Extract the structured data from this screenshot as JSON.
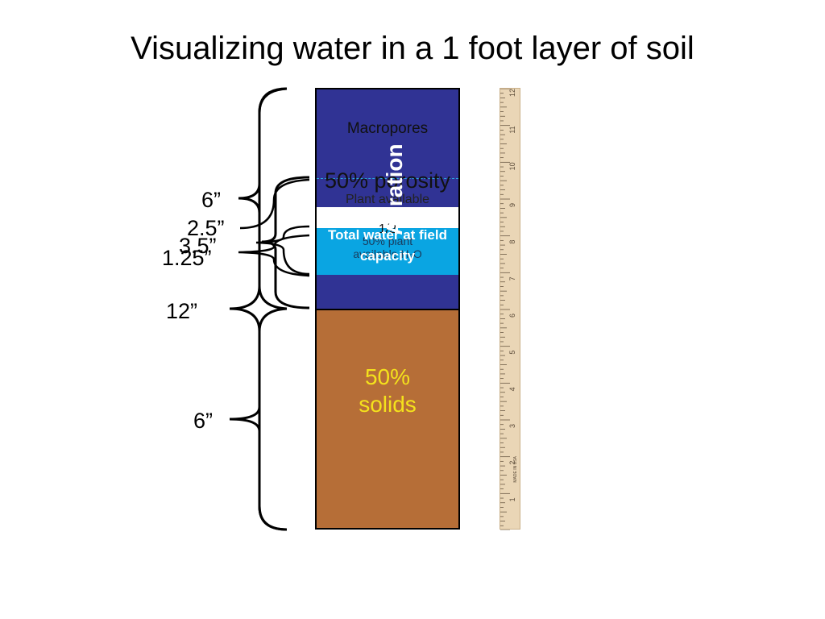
{
  "title": "Visualizing water in a 1 foot layer of soil",
  "column": {
    "macropores": "Macropores",
    "porosity": "50% porosity",
    "plant_available": "Plant available",
    "half": "1/2",
    "half_plant": "50% plant available H₂O",
    "total_water": "Total water at field capacity",
    "aeration": "Aeration",
    "solids": "50% solids"
  },
  "labels": {
    "top": "6”",
    "l2": "2.5”",
    "l3": "3.5”",
    "l4": "1.25”",
    "mid": "12”",
    "bottom": "6”"
  },
  "ruler": {
    "numbers": [
      "1",
      "2",
      "3",
      "4",
      "5",
      "6",
      "7",
      "8",
      "9",
      "10",
      "11",
      "12"
    ],
    "maker": "MADE IN USA"
  },
  "colors": {
    "macropores": "#303394",
    "plant_available": "#ffffff",
    "field_capacity": "#0aa5e2",
    "solids": "#b66e37",
    "solids_text": "#f4e21c",
    "ruler": "#ead6b6"
  }
}
